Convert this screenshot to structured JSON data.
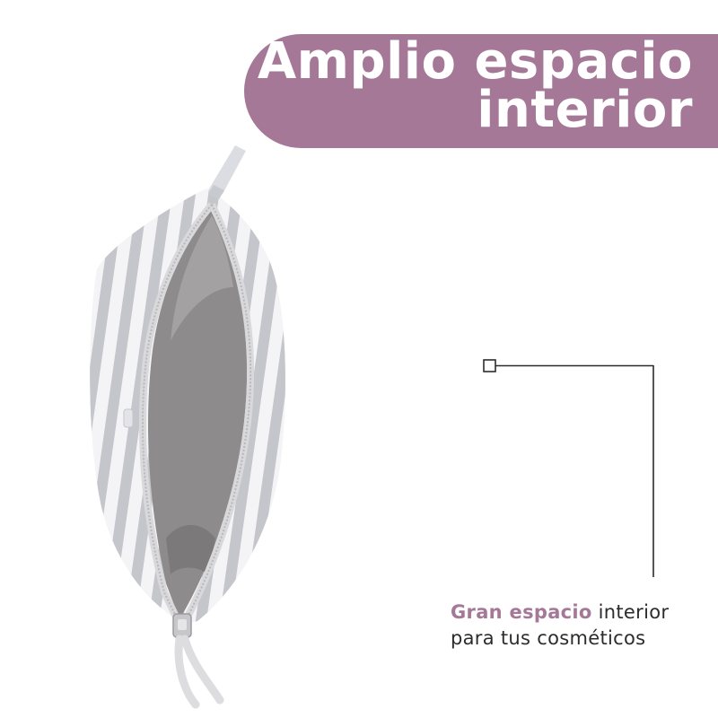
{
  "colors": {
    "accent": "#a47896",
    "text": "#2c2c2c",
    "stripe": "#c4c6cc",
    "lining": "#8d8b8c"
  },
  "banner": {
    "line1": "Amplio espacio",
    "line2": "interior"
  },
  "caption": {
    "highlight": "Gran espacio",
    "rest1": " interior",
    "line2": "para tus cosméticos"
  },
  "product": {
    "icon": "cosmetic-bag-open-icon"
  },
  "callout": {
    "icon": "callout-marker-icon"
  }
}
